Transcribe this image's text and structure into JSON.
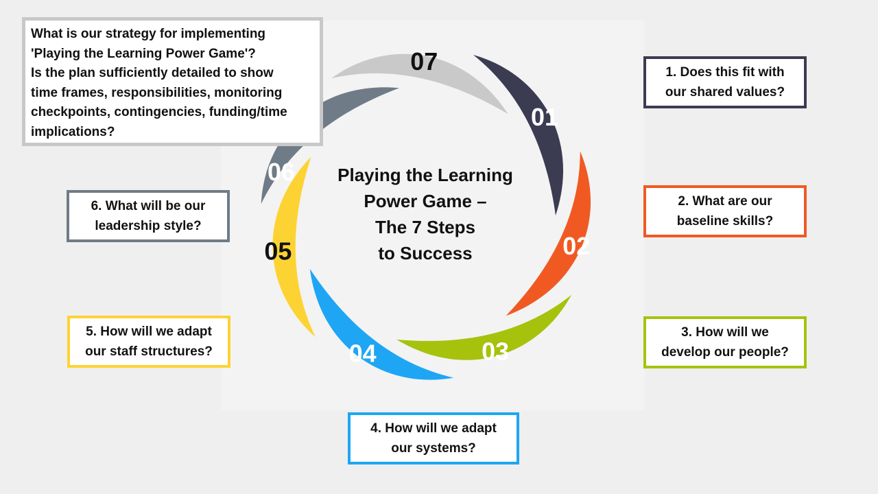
{
  "center_title": "Playing the Learning\nPower Game –\nThe 7 Steps\nto Success",
  "strategy_box": "What is our strategy for implementing\n'Playing the Learning Power Game'?\nIs the plan sufficiently detailed to show\ntime frames, responsibilities, monitoring\ncheckpoints, contingencies, funding/time\nimplications?",
  "steps": [
    {
      "number": "01",
      "color": "#3b3b52",
      "text_color": "#ffffff",
      "question": "1. Does this fit with\nour shared values?"
    },
    {
      "number": "02",
      "color": "#f05a22",
      "text_color": "#ffffff",
      "question": "2. What are our\nbaseline skills?"
    },
    {
      "number": "03",
      "color": "#a7c20c",
      "text_color": "#ffffff",
      "question": "3. How will we\ndevelop our people?"
    },
    {
      "number": "04",
      "color": "#1ea6f4",
      "text_color": "#ffffff",
      "question": "4. How will we adapt\nour systems?"
    },
    {
      "number": "05",
      "color": "#fdd333",
      "text_color": "#111111",
      "question": "5. How will we adapt\nour staff structures?"
    },
    {
      "number": "06",
      "color": "#6f7c87",
      "text_color": "#ffffff",
      "question": "6. What will be our\nleadership style?"
    },
    {
      "number": "07",
      "color": "#c9c9c9",
      "text_color": "#111111",
      "question": ""
    }
  ]
}
